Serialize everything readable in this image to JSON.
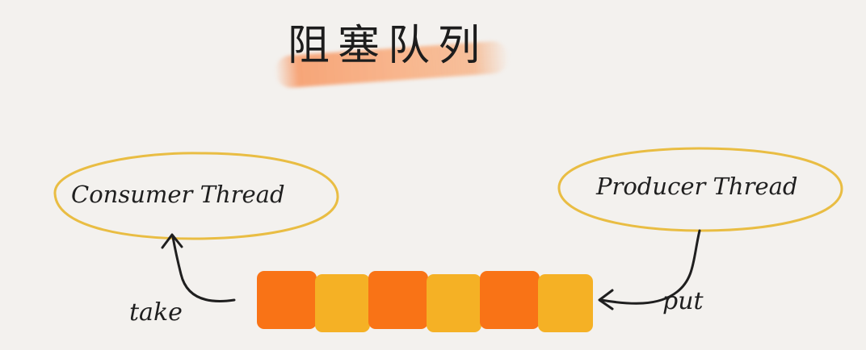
{
  "title": "阻塞队列",
  "consumer": {
    "label": "Consumer Thread"
  },
  "producer": {
    "label": "Producer Thread"
  },
  "operations": {
    "take": "take",
    "put": "put"
  },
  "queue": {
    "cells": [
      "#f97316",
      "#f5b125",
      "#f97316",
      "#f5b125",
      "#f97316",
      "#f5b125"
    ]
  },
  "colors": {
    "ellipse_stroke": "#e9bd43",
    "highlight": "#f79864",
    "arrow": "#1f1f1f"
  }
}
